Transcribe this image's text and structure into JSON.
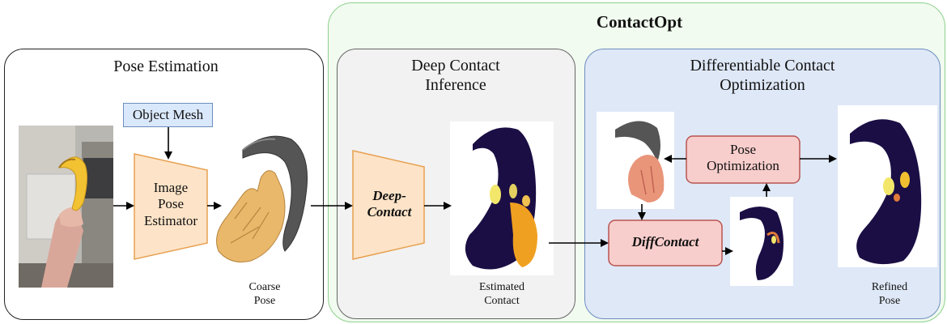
{
  "contactopt": {
    "title": "ContactOpt"
  },
  "pose_estimation": {
    "title": "Pose Estimation",
    "object_mesh": "Object Mesh",
    "estimator_line1": "Image",
    "estimator_line2": "Pose",
    "estimator_line3": "Estimator",
    "caption_line1": "Coarse",
    "caption_line2": "Pose"
  },
  "deep_contact": {
    "title_line1": "Deep Contact",
    "title_line2": "Inference",
    "net_line1": "Deep-",
    "net_line2": "Contact",
    "caption_line1": "Estimated",
    "caption_line2": "Contact"
  },
  "diff_opt": {
    "title_line1": "Differentiable Contact",
    "title_line2": "Optimization",
    "pose_opt_line1": "Pose",
    "pose_opt_line2": "Optimization",
    "diffcontact": "DiffContact",
    "caption_line1": "Refined",
    "caption_line2": "Pose"
  },
  "colors": {
    "contactopt_border": "#8fd18f",
    "contactopt_fill": "#f1fbef",
    "deep_fill": "#f2f2f2",
    "diff_fill": "#dfe8f7",
    "diff_border": "#6c8ebf",
    "trapezoid_fill": "#fde4c8",
    "trapezoid_border": "#e8a050",
    "pink_fill": "#f8cecc",
    "pink_border": "#b85450",
    "mesh_fill": "#dae8fc",
    "mesh_border": "#6c8ebf"
  }
}
